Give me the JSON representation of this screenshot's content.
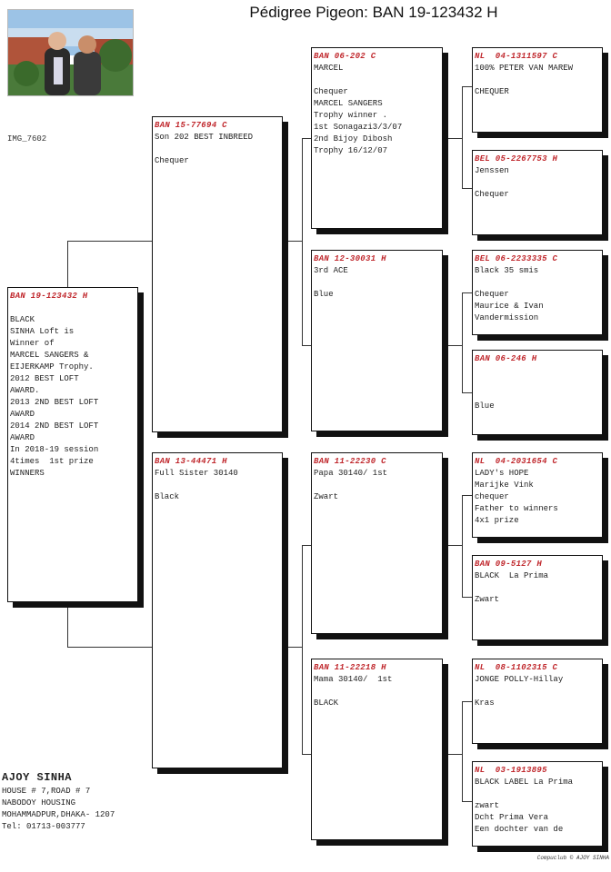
{
  "title": "Pédigree Pigeon: BAN 19-123432 H",
  "img_label": "IMG_7602",
  "subject": {
    "ring": "BAN 19-123432 H",
    "lines": [
      "",
      "BLACK",
      "SINHA Loft is",
      "Winner of",
      "MARCEL SANGERS &",
      "EIJERKAMP Trophy.",
      "2012 BEST LOFT",
      "AWARD.",
      "2013 2ND BEST LOFT",
      "AWARD",
      "2014 2ND BEST LOFT",
      "AWARD",
      "In 2018-19 session",
      "4times  1st prize",
      "WINNERS"
    ]
  },
  "parents": [
    {
      "ring": "BAN 15-77694 C",
      "lines": [
        "Son 202 BEST INBREED",
        "",
        "Chequer"
      ]
    },
    {
      "ring": "BAN 13-44471 H",
      "lines": [
        "Full Sister 30140",
        "",
        "Black"
      ]
    }
  ],
  "grandparents": [
    {
      "ring": "BAN 06-202 C",
      "lines": [
        "MARCEL",
        "",
        "Chequer",
        "MARCEL SANGERS",
        "Trophy winner .",
        "1st Sonagazi3/3/07",
        "2nd Bijoy Dibosh",
        "Trophy 16/12/07"
      ]
    },
    {
      "ring": "BAN 12-30031 H",
      "lines": [
        "3rd ACE",
        "",
        "Blue"
      ]
    },
    {
      "ring": "BAN 11-22230 C",
      "lines": [
        "Papa 30140/ 1st",
        "",
        "Zwart"
      ]
    },
    {
      "ring": "BAN 11-22218 H",
      "lines": [
        "Mama 30140/  1st",
        "",
        "BLACK"
      ]
    }
  ],
  "great_grandparents": [
    {
      "ring": "NL  04-1311597 C",
      "lines": [
        "100% PETER VAN MAREW",
        "",
        "CHEQUER"
      ]
    },
    {
      "ring": "BEL 05-2267753 H",
      "lines": [
        "Jenssen",
        "",
        "Chequer"
      ]
    },
    {
      "ring": "BEL 06-2233335 C",
      "lines": [
        "Black 35 smis",
        "",
        "Chequer",
        "Maurice & Ivan",
        "Vandermission"
      ]
    },
    {
      "ring": "BAN 06-246 H",
      "lines": [
        "",
        "",
        "",
        "Blue"
      ]
    },
    {
      "ring": "NL  04-2031654 C",
      "lines": [
        "LADY's HOPE",
        "Marijke Vink",
        "chequer",
        "Father to winners",
        "4x1 prize"
      ]
    },
    {
      "ring": "BAN 09-5127 H",
      "lines": [
        "BLACK  La Prima",
        "",
        "Zwart"
      ]
    },
    {
      "ring": "NL  08-1102315 C",
      "lines": [
        "JONGE POLLY-Hillay",
        "",
        "Kras"
      ]
    },
    {
      "ring": "NL  03-1913895",
      "lines": [
        "BLACK LABEL La Prima",
        "",
        "zwart",
        "Dcht Prima Vera",
        "Een dochter van de"
      ]
    }
  ],
  "breeder": {
    "name": "AJOY SINHA",
    "lines": [
      "HOUSE # 7,ROAD # 7",
      "NABODOY HOUSING",
      "MOHAMMADPUR,DHAKA- 1207",
      "Tel: 01713-003777"
    ]
  },
  "footer": "Compuclub © AJOY SINHA"
}
